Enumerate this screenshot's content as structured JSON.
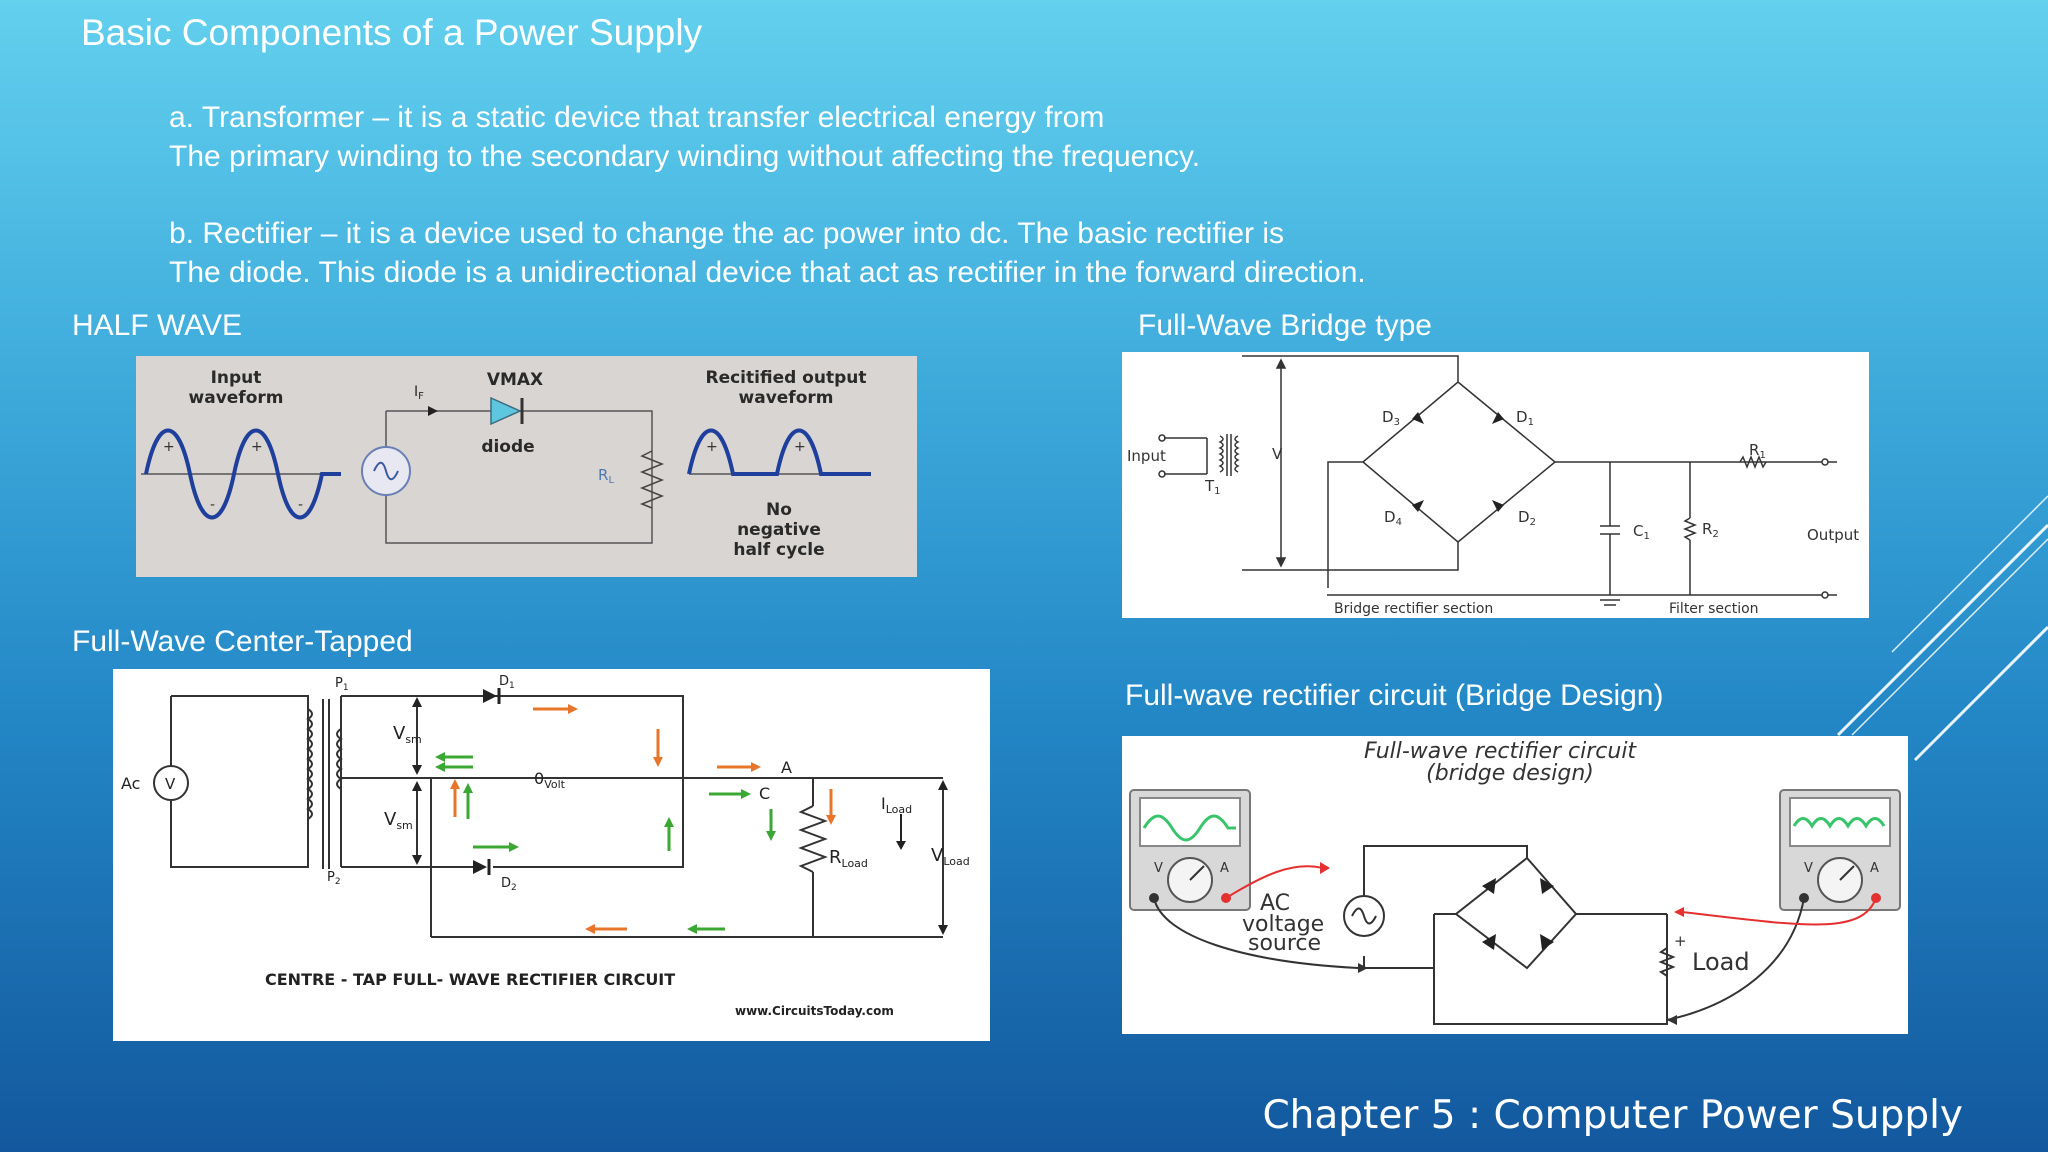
{
  "slide": {
    "title": "Basic Components of a Power Supply",
    "para_a": {
      "line1": "a. Transformer – it is a static device that transfer electrical energy from",
      "line2": "The primary winding to the secondary winding without affecting the frequency."
    },
    "para_b": {
      "line1": "b. Rectifier – it is a device used to change the ac power into dc. The basic rectifier is",
      "line2": "The diode. This diode is a unidirectional device that act as rectifier in the forward direction."
    },
    "footer": "Chapter 5 : Computer Power Supply"
  },
  "half_wave": {
    "caption": "HALF WAVE",
    "input_label_1": "Input",
    "input_label_2": "waveform",
    "vmax_label": "VMAX",
    "if_label": "I",
    "if_sub": "F",
    "diode_label": "diode",
    "rl_label": "R",
    "rl_sub": "L",
    "output_label_1": "Recitified output",
    "output_label_2": "waveform",
    "no_neg_1": "No",
    "no_neg_2": "negative",
    "no_neg_3": "half cycle",
    "plus": "+",
    "minus": "-"
  },
  "center_tapped": {
    "caption": "Full-Wave Center-Tapped",
    "ac_label": "Ac",
    "v_symbol": "V",
    "p1": "P",
    "p1_sub": "1",
    "p2": "P",
    "p2_sub": "2",
    "d1": "D",
    "d1_sub": "1",
    "d2": "D",
    "d2_sub": "2",
    "vsm": "V",
    "vsm_sub": "sm",
    "zero": "0",
    "zero_sub": "Volt",
    "a_label": "A",
    "c_label": "C",
    "iload": "I",
    "iload_sub": "Load",
    "rload": "R",
    "rload_sub": "Load",
    "vload": "V",
    "vload_sub": "Load",
    "circuit_title": "CENTRE - TAP FULL- WAVE RECTIFIER CIRCUIT",
    "credit": "www.CircuitsToday.com"
  },
  "bridge_type": {
    "caption": "Full-Wave Bridge type",
    "input_label": "Input",
    "t1": "T",
    "t1_sub": "1",
    "v_label": "V",
    "d1": "D",
    "d1_sub": "1",
    "d2": "D",
    "d2_sub": "2",
    "d3": "D",
    "d3_sub": "3",
    "d4": "D",
    "d4_sub": "4",
    "c1": "C",
    "c1_sub": "1",
    "r1": "R",
    "r1_sub": "1",
    "r2": "R",
    "r2_sub": "2",
    "output_label": "Output",
    "bridge_section": "Bridge rectifier section",
    "filter_section": "Filter section"
  },
  "bridge_design": {
    "caption": "Full-wave rectifier circuit (Bridge Design)",
    "title_1": "Full-wave rectifier circuit",
    "title_2": "(bridge design)",
    "ac_1": "AC",
    "ac_2": "voltage",
    "ac_3": "source",
    "load": "Load",
    "meter_v": "V",
    "meter_a": "A",
    "plus": "+"
  },
  "colors": {
    "bg_top": "#63d0ee",
    "bg_bottom": "#13589e",
    "text": "#ffffff",
    "wave_blue": "#1e3f9c",
    "diode_cyan": "#5fc6e0",
    "arrow_orange": "#e8762a",
    "arrow_green": "#3aa832",
    "probe_red": "#e53030",
    "scope_green": "#38c46a"
  }
}
